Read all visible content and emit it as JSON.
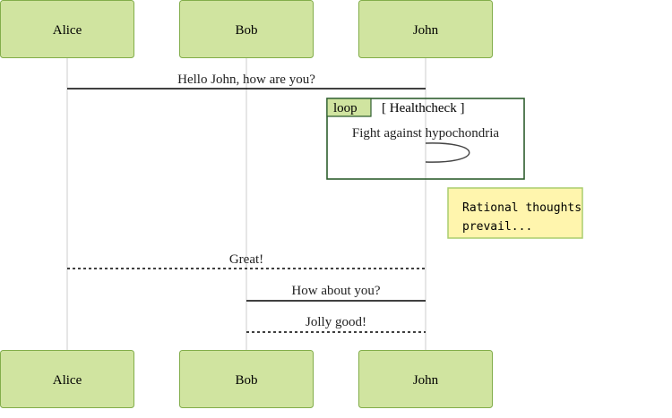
{
  "diagram": {
    "actors": [
      {
        "id": "alice",
        "label": "Alice"
      },
      {
        "id": "bob",
        "label": "Bob"
      },
      {
        "id": "john",
        "label": "John"
      }
    ],
    "messages": [
      {
        "id": "m1",
        "from": "alice",
        "to": "john",
        "text": "Hello John, how are you?",
        "style": "solid"
      },
      {
        "id": "m2",
        "from": "john",
        "to": "john",
        "text": "Fight against hypochondria",
        "style": "solid"
      },
      {
        "id": "m3",
        "from": "john",
        "to": "alice",
        "text": "Great!",
        "style": "dashed"
      },
      {
        "id": "m4",
        "from": "john",
        "to": "bob",
        "text": "How about you?",
        "style": "solid"
      },
      {
        "id": "m5",
        "from": "bob",
        "to": "john",
        "text": "Jolly good!",
        "style": "dashed"
      }
    ],
    "loop": {
      "keyword": "loop",
      "condition": "[ Healthcheck ]"
    },
    "note": {
      "attached_to": "john",
      "lines": [
        "Rational thoughts",
        "prevail..."
      ]
    },
    "colors": {
      "actor_fill": "#d0e4a0",
      "actor_border": "#82ad4a",
      "note_fill": "#fff5ad",
      "loop_border": "#2e5e2e",
      "lifeline": "#cccccc"
    }
  }
}
